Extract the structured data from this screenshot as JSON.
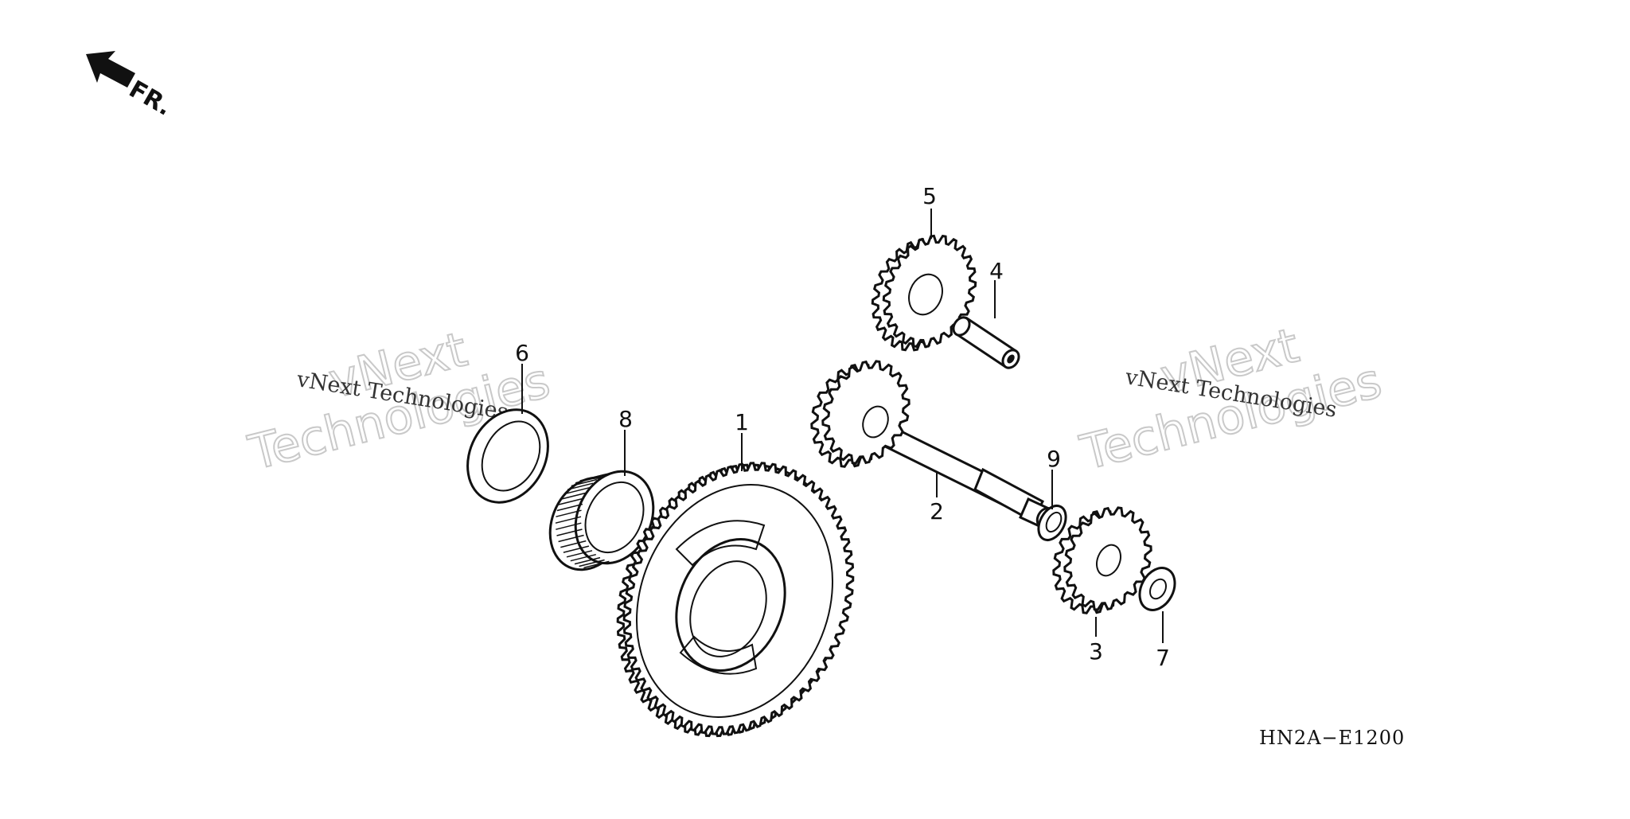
{
  "diagram": {
    "direction_label": "FR.",
    "drawing_code": "HN2A−E1200",
    "watermarks": {
      "left": {
        "small": "vNext Technologies",
        "big_line1": "vNext",
        "big_line2": "Technologies"
      },
      "right": {
        "small": "vNext Technologies",
        "big_line1": "vNext",
        "big_line2": "Technologies"
      }
    },
    "callouts": [
      {
        "id": "1"
      },
      {
        "id": "2"
      },
      {
        "id": "3"
      },
      {
        "id": "4"
      },
      {
        "id": "5"
      },
      {
        "id": "6"
      },
      {
        "id": "7"
      },
      {
        "id": "8"
      },
      {
        "id": "9"
      }
    ]
  }
}
